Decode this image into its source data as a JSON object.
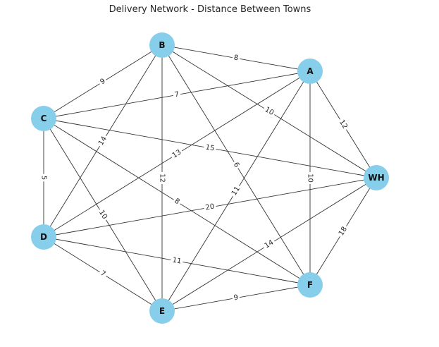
{
  "title": "Delivery Network - Distance Between Towns",
  "colors": {
    "node_fill": "#87CEEB",
    "edge": "#333333",
    "text": "#262626"
  },
  "nodes": [
    {
      "id": "B",
      "label": "B"
    },
    {
      "id": "A",
      "label": "A"
    },
    {
      "id": "C",
      "label": "C"
    },
    {
      "id": "WH",
      "label": "WH"
    },
    {
      "id": "D",
      "label": "D"
    },
    {
      "id": "F",
      "label": "F"
    },
    {
      "id": "E",
      "label": "E"
    }
  ],
  "edges": [
    {
      "from": "B",
      "to": "A",
      "distance": "8"
    },
    {
      "from": "B",
      "to": "C",
      "distance": "9"
    },
    {
      "from": "A",
      "to": "C",
      "distance": "7"
    },
    {
      "from": "B",
      "to": "WH",
      "distance": "10"
    },
    {
      "from": "A",
      "to": "WH",
      "distance": "12"
    },
    {
      "from": "B",
      "to": "D",
      "distance": "14"
    },
    {
      "from": "C",
      "to": "WH",
      "distance": "15"
    },
    {
      "from": "A",
      "to": "D",
      "distance": "13"
    },
    {
      "from": "B",
      "to": "F",
      "distance": "6"
    },
    {
      "from": "C",
      "to": "D",
      "distance": "5"
    },
    {
      "from": "B",
      "to": "E",
      "distance": "12"
    },
    {
      "from": "A",
      "to": "F",
      "distance": "10"
    },
    {
      "from": "A",
      "to": "E",
      "distance": "11"
    },
    {
      "from": "C",
      "to": "F",
      "distance": "8"
    },
    {
      "from": "D",
      "to": "WH",
      "distance": "20"
    },
    {
      "from": "C",
      "to": "E",
      "distance": "10"
    },
    {
      "from": "WH",
      "to": "E",
      "distance": "14"
    },
    {
      "from": "WH",
      "to": "F",
      "distance": "18"
    },
    {
      "from": "D",
      "to": "F",
      "distance": "11"
    },
    {
      "from": "D",
      "to": "E",
      "distance": "7"
    },
    {
      "from": "E",
      "to": "F",
      "distance": "9"
    }
  ]
}
